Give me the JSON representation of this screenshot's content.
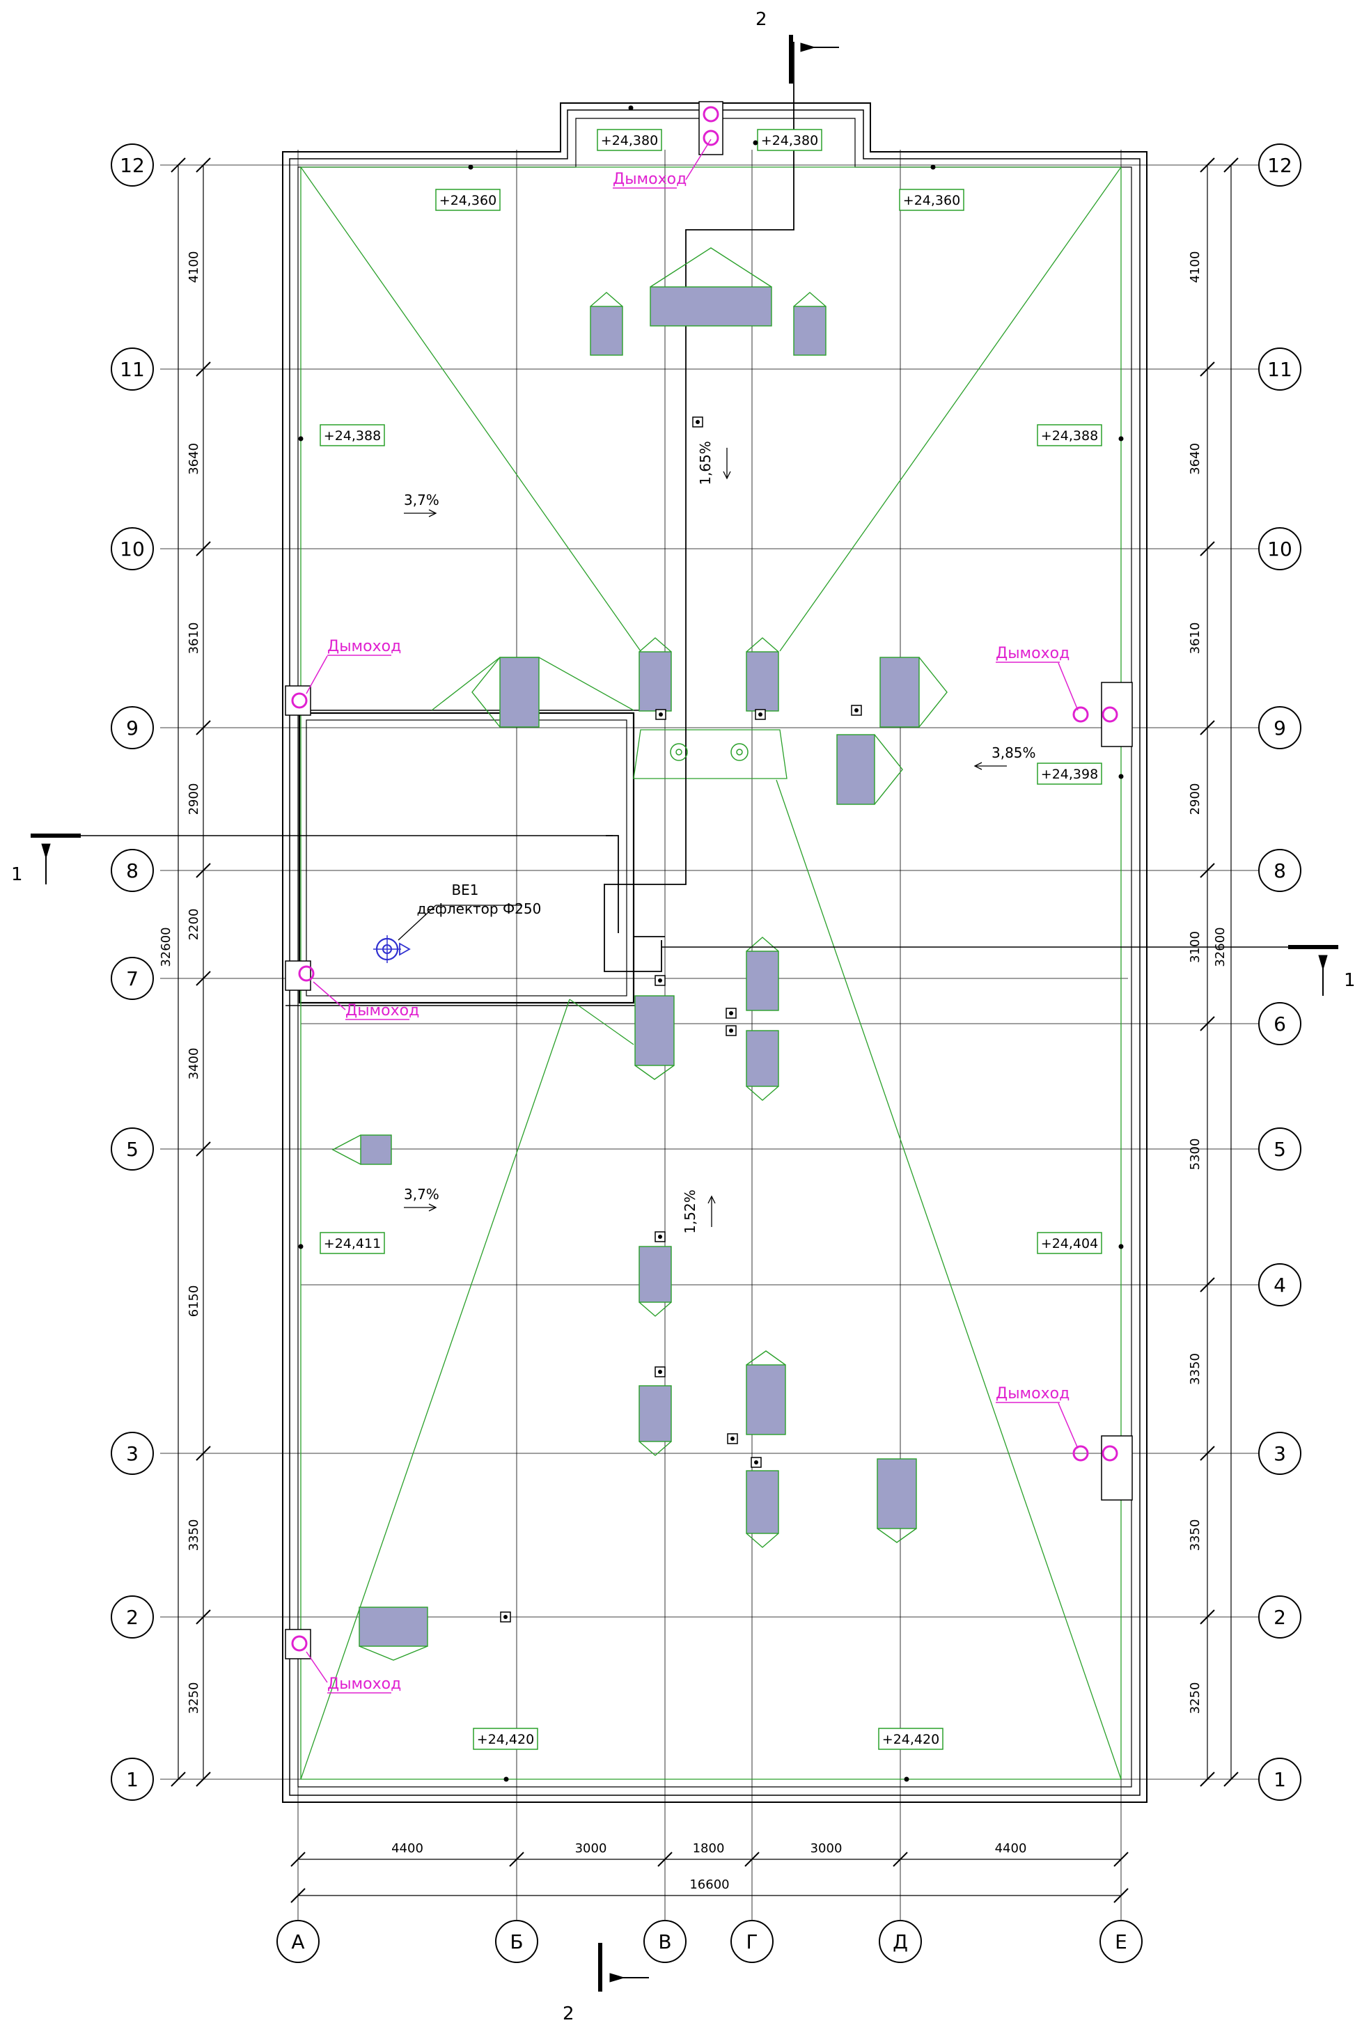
{
  "sheet": {
    "grid_rows": [
      {
        "label": "1"
      },
      {
        "label": "2"
      },
      {
        "label": "3"
      },
      {
        "label": "5"
      },
      {
        "label": "6",
        "side": "right"
      },
      {
        "label": "7",
        "side": "left"
      },
      {
        "label": "8"
      },
      {
        "label": "9"
      },
      {
        "label": "10"
      },
      {
        "label": "11"
      },
      {
        "label": "12"
      },
      {
        "label": "4",
        "side": "right"
      }
    ],
    "grid_cols": [
      {
        "label": "А"
      },
      {
        "label": "Б"
      },
      {
        "label": "В"
      },
      {
        "label": "Г"
      },
      {
        "label": "Д"
      },
      {
        "label": "Е"
      }
    ],
    "left_dims": [
      "3250",
      "3350",
      "6150",
      "3400",
      "2200",
      "2900",
      "3610",
      "3640",
      "4100"
    ],
    "right_dims": [
      "3250",
      "3350",
      "3350",
      "5300",
      "3100",
      "2900",
      "3610",
      "3640",
      "4100"
    ],
    "total_vertical": "32600",
    "bottom_dims": [
      "4400",
      "3000",
      "1800",
      "3000",
      "4400"
    ],
    "total_horizontal": "16600",
    "elevations": [
      "+24,380",
      "+24,380",
      "+24,360",
      "+24,360",
      "+24,388",
      "+24,388",
      "+24,398",
      "+24,411",
      "+24,404",
      "+24,420",
      "+24,420"
    ],
    "slopes": [
      "3,7%",
      "3,7%",
      "3,85%",
      "1,65%",
      "1,52%"
    ],
    "chimney_label": "Дымоход",
    "vent": {
      "tag": "ВЕ1",
      "desc": "дефлектор Ф250"
    },
    "sections": {
      "s1": "1",
      "s2": "2"
    },
    "colors": {
      "line": "#000000",
      "ridge": "#2aa02a",
      "unit_fill": "#9ea0c8",
      "chimney": "#e020d0",
      "vent": "#3030d0"
    }
  }
}
